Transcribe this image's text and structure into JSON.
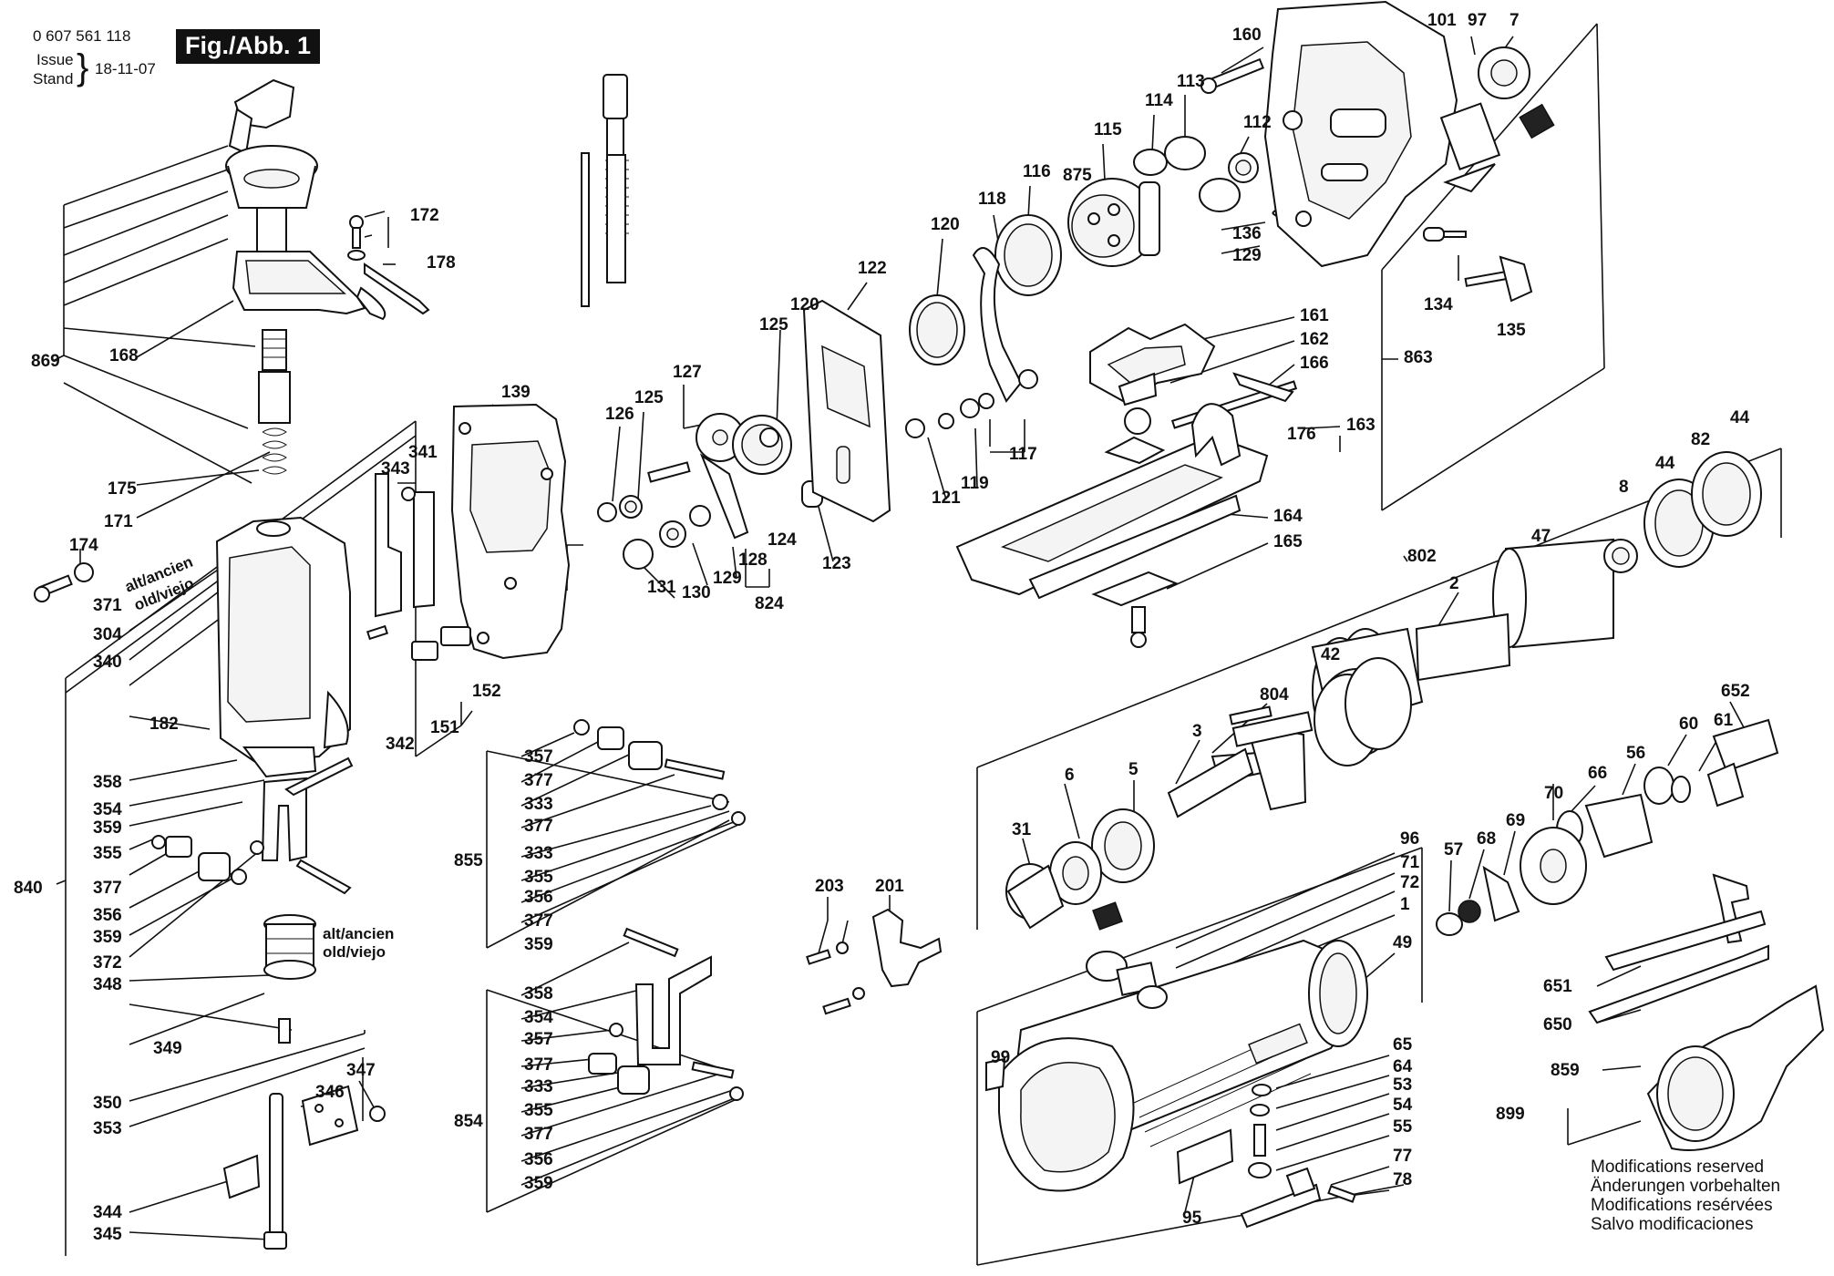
{
  "header": {
    "part_number": "0 607 561 118",
    "issue_label": "Issue",
    "stand_label": "Stand",
    "date": "18-11-07",
    "fig_title": "Fig./Abb. 1"
  },
  "notes": {
    "old_1": "alt/ancien",
    "old_2": "old/viejo"
  },
  "modifications": [
    "Modifications reserved",
    "Änderungen vorbehalten",
    "Modifications resérvées",
    "Salvo modificaciones"
  ],
  "labels": [
    "160",
    "101",
    "97",
    "7",
    "113",
    "114",
    "115",
    "112",
    "875",
    "116",
    "118",
    "120",
    "136",
    "129",
    "172",
    "178",
    "122",
    "134",
    "135",
    "161",
    "162",
    "166",
    "863",
    "120",
    "125",
    "127",
    "869",
    "168",
    "139",
    "126",
    "125",
    "176",
    "163",
    "117",
    "121",
    "119",
    "44",
    "82",
    "343",
    "341",
    "175",
    "171",
    "128",
    "124",
    "131",
    "130",
    "129",
    "824",
    "123",
    "164",
    "165",
    "8",
    "44",
    "174",
    "371",
    "304",
    "340",
    "182",
    "802",
    "47",
    "2",
    "342",
    "151",
    "152",
    "42",
    "357",
    "377",
    "333",
    "358",
    "354",
    "359",
    "355",
    "804",
    "3",
    "6",
    "5",
    "652",
    "56",
    "60",
    "61",
    "66",
    "70",
    "377",
    "333",
    "355",
    "356",
    "377",
    "359",
    "31",
    "855",
    "840",
    "57",
    "68",
    "69",
    "96",
    "71",
    "72",
    "1",
    "203",
    "201",
    "49",
    "377",
    "356",
    "359",
    "372",
    "348",
    "349",
    "358",
    "354",
    "357",
    "377",
    "333",
    "355",
    "377",
    "356",
    "359",
    "651",
    "650",
    "859",
    "899",
    "99",
    "65",
    "64",
    "53",
    "54",
    "55",
    "77",
    "78",
    "95",
    "350",
    "353",
    "347",
    "346",
    "344",
    "345",
    "854"
  ]
}
